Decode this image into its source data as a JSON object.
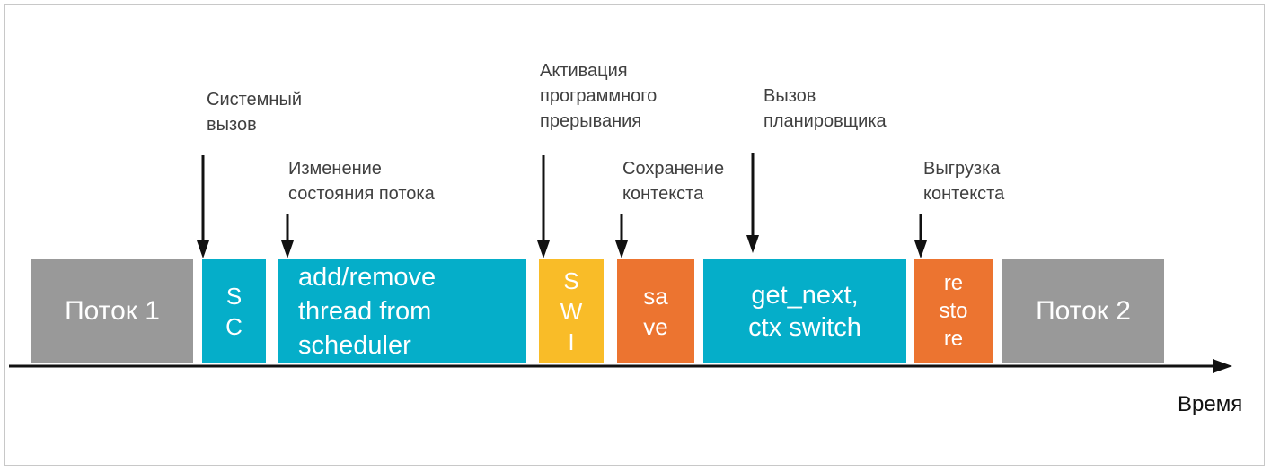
{
  "blocks": [
    {
      "id": "thread1",
      "text": "Поток 1"
    },
    {
      "id": "sc",
      "text": "S\nC"
    },
    {
      "id": "add_remove",
      "text": "add/remove\nthread from\nscheduler"
    },
    {
      "id": "swi",
      "text": "S\nW\nI"
    },
    {
      "id": "save",
      "text": "sa\nve"
    },
    {
      "id": "get_next",
      "text": "get_next,\nctx switch"
    },
    {
      "id": "restore",
      "text": "re\nsto\nre"
    },
    {
      "id": "thread2",
      "text": "Поток 2"
    }
  ],
  "annotations": [
    {
      "id": "syscall",
      "text": "Системный\nвызов"
    },
    {
      "id": "state_change",
      "text": "Изменение\nсостояния потока"
    },
    {
      "id": "swi_activation",
      "text": "Активация\nпрограммного\nпрерывания"
    },
    {
      "id": "save_context",
      "text": "Сохранение\nконтекста"
    },
    {
      "id": "scheduler_call",
      "text": "Вызов\nпланировщика"
    },
    {
      "id": "unload_context",
      "text": "Выгрузка\nконтекста"
    }
  ],
  "axis": {
    "label": "Время"
  },
  "colors": {
    "thread": "#999999",
    "kernel": "#05aec9",
    "interrupt": "#f9bc28",
    "context": "#ec7430",
    "arrow": "#111111"
  }
}
